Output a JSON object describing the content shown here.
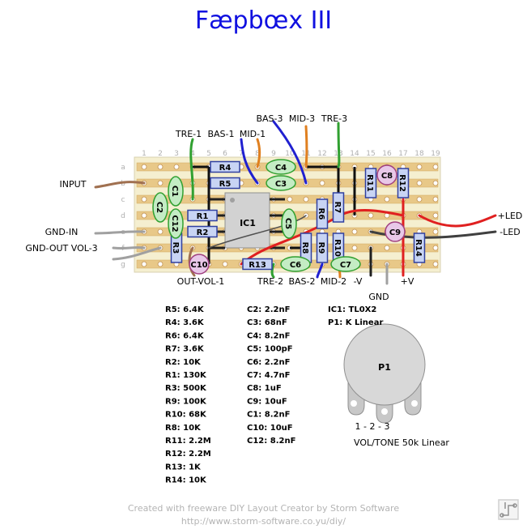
{
  "title": "Fæpbœx III",
  "board": {
    "row_labels": [
      "a",
      "b",
      "c",
      "d",
      "e",
      "f",
      "g"
    ],
    "column_labels": [
      "1",
      "2",
      "3",
      "4",
      "5",
      "6",
      "7",
      "8",
      "9",
      "10",
      "11",
      "12",
      "13",
      "14",
      "15",
      "16",
      "17",
      "18",
      "19"
    ]
  },
  "off_board_labels": {
    "input": "INPUT",
    "gnd_in": "GND-IN",
    "gnd_out_vol3": "GND-OUT VOL-3",
    "tre1": "TRE-1",
    "bas1": "BAS-1",
    "mid1": "MID-1",
    "bas3": "BAS-3",
    "mid3": "MID-3",
    "tre3": "TRE-3",
    "plus_led": "+LED",
    "minus_led": "-LED",
    "out_vol1": "OUT-VOL-1",
    "tre2": "TRE-2",
    "bas2": "BAS-2",
    "mid2": "MID-2",
    "minus_v": "-V",
    "gnd": "GND",
    "plus_v": "+V"
  },
  "components": {
    "R1": "R1",
    "R2": "R2",
    "R3": "R3",
    "R4": "R4",
    "R5": "R5",
    "R6": "R6",
    "R7": "R7",
    "R8": "R8",
    "R9": "R9",
    "R10": "R10",
    "R11": "R11",
    "R12": "R12",
    "R13": "R13",
    "R14": "R14",
    "C1": "C1",
    "C2": "C2",
    "C3": "C3",
    "C4": "C4",
    "C5": "C5",
    "C6": "C6",
    "C7": "C7",
    "C8": "C8",
    "C9": "C9",
    "C10": "C10",
    "C12": "C12",
    "IC1": "IC1"
  },
  "parts_list": {
    "resistors": [
      "R5: 6.4K",
      "R4: 3.6K",
      "R6: 6.4K",
      "R7: 3.6K",
      "R2: 10K",
      "R1: 130K",
      "R3: 500K",
      "R9: 100K",
      "R10: 68K",
      "R8: 10K",
      "R11: 2.2M",
      "R12: 2.2M",
      "R13: 1K",
      "R14: 10K"
    ],
    "capacitors": [
      "C2: 2.2nF",
      "C3: 68nF",
      "C4: 8.2nF",
      "C5: 100pF",
      "C6: 2.2nF",
      "C7: 4.7nF",
      "C8: 1uF",
      "C9: 10uF",
      "C1: 8.2nF",
      "C10: 10uF",
      "C12: 8.2nF"
    ],
    "others": [
      "IC1: TL0X2",
      "P1: K Linear"
    ]
  },
  "pot": {
    "label": "P1",
    "pins": "1 - 2 - 3",
    "caption": "VOL/TONE 50k Linear"
  },
  "footer": {
    "line1": "Created with freeware DIY Layout Creator by Storm Software",
    "line2": "http://www.storm-software.co.yu/diy/"
  }
}
